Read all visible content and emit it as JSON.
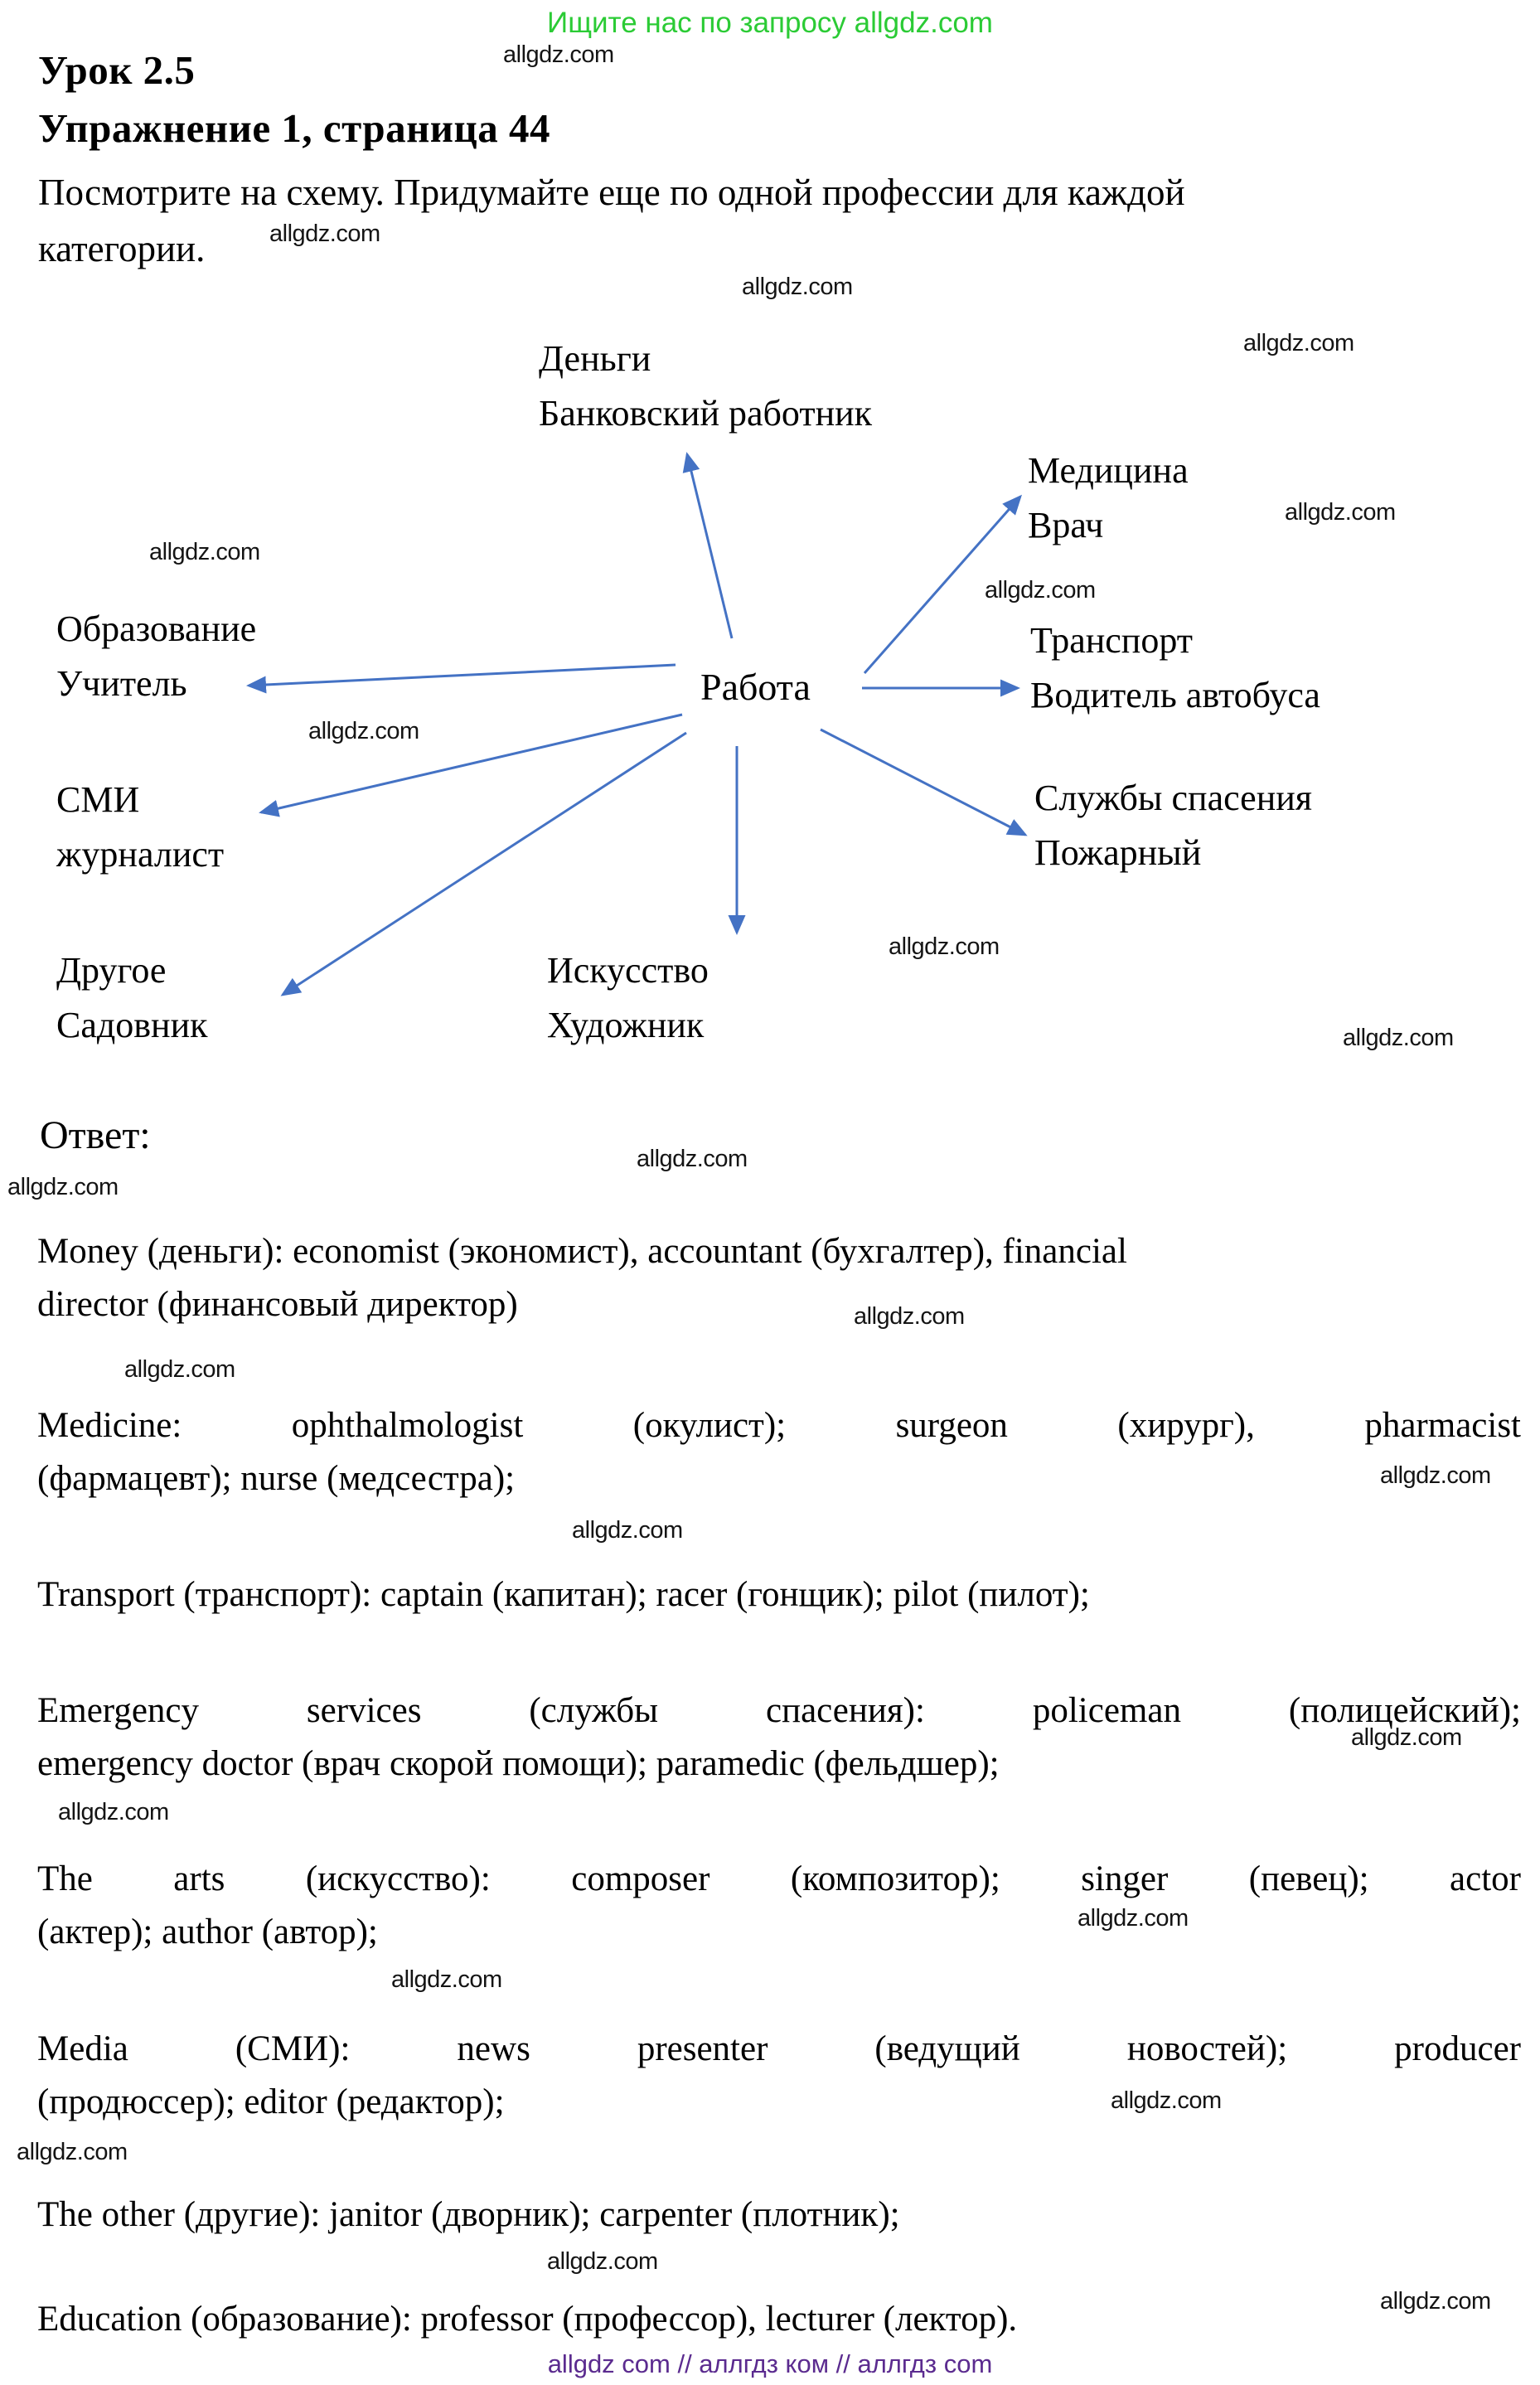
{
  "page": {
    "banner": "Ищите нас по запросу allgdz.com",
    "watermark": "allgdz.com",
    "title": "Урок 2.5",
    "subtitle": "Упражнение 1, страница 44",
    "instruction_line1": "Посмотрите на схему. Придумайте еще по одной профессии для каждой",
    "instruction_line2": "категории.",
    "answer_label": "Ответ:",
    "footer": "allgdz com  //  аллгдз ком  //  аллгдз com"
  },
  "colors": {
    "banner_green": "#2bcb35",
    "footer_purple": "#5b2b8f",
    "arrow_blue": "#4472c4"
  },
  "diagram": {
    "center": "Работа",
    "nodes": [
      {
        "category": "Деньги",
        "profession": "Банковский работник"
      },
      {
        "category": "Медицина",
        "profession": "Врач"
      },
      {
        "category": "Образование",
        "profession": "Учитель"
      },
      {
        "category": "Транспорт",
        "profession": "Водитель автобуса"
      },
      {
        "category": "СМИ",
        "profession": "журналист"
      },
      {
        "category": "Службы спасения",
        "profession": "Пожарный"
      },
      {
        "category": "Другое",
        "profession": "Садовник"
      },
      {
        "category": "Искусство",
        "profession": "Художник"
      }
    ]
  },
  "answers": {
    "money": {
      "line1": "Money (деньги): economist (экономист), accountant (бухгалтер), financial",
      "line2": "director (финансовый директор)"
    },
    "medicine": {
      "line1": "Medicine: ophthalmologist (окулист); surgeon (хирург), pharmacist",
      "line2": "(фармацевт); nurse (медсестра);"
    },
    "transport": {
      "line1": "Transport (транспорт): captain (капитан); racer (гонщик); pilot (пилот);"
    },
    "emergency": {
      "line1": "Emergency services (службы спасения): policeman (полицейский);",
      "line2": "emergency doctor (врач скорой помощи); paramedic (фельдшер);"
    },
    "arts": {
      "line1": "The arts (искусство): composer (композитор); singer (певец); actor",
      "line2": "(актер); author (автор);"
    },
    "media": {
      "line1": "Media (СМИ): news presenter (ведущий новостей); producer",
      "line2": "(продюссер); editor (редактор);"
    },
    "other": {
      "line1": "The other (другие): janitor (дворник); carpenter (плотник);"
    },
    "education": {
      "line1": "Education (образование): professor (профессор), lecturer (лектор)."
    }
  }
}
